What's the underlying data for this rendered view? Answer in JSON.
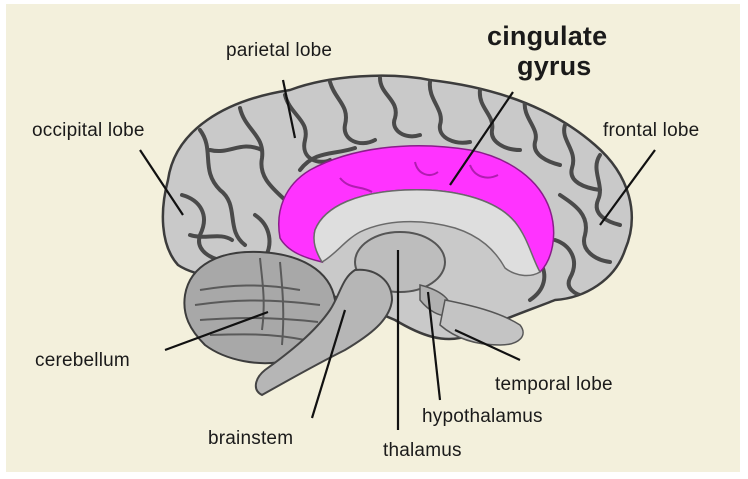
{
  "diagram": {
    "labels": {
      "cingulate_line1": "cingulate",
      "cingulate_line2": "gyrus",
      "parietal": "parietal lobe",
      "occipital": "occipital lobe",
      "frontal": "frontal lobe",
      "cerebellum": "cerebellum",
      "temporal": "temporal lobe",
      "hypothalamus": "hypothalamus",
      "brainstem": "brainstem",
      "thalamus": "thalamus"
    },
    "colors": {
      "background": "#f3f0dc",
      "cortex": "#c9c9c9",
      "sulci": "#4a4a4a",
      "cingulate_highlight": "#ff33ff",
      "corpus_callosum": "#dedede",
      "leader_lines": "#111111"
    }
  }
}
